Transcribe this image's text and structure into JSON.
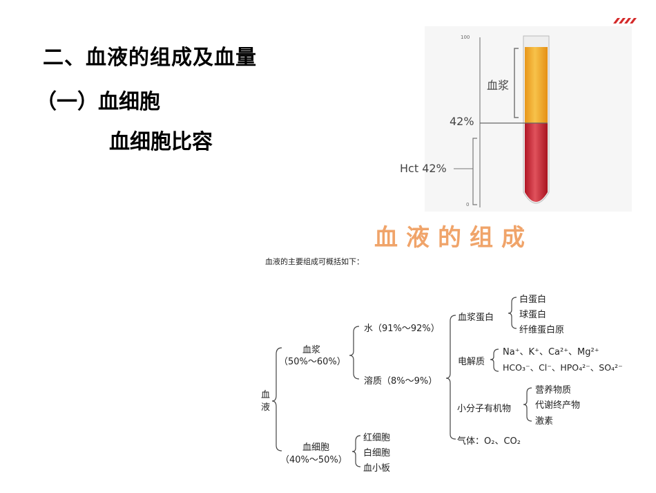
{
  "slide": {
    "title": "二、血液的组成及血量",
    "subtitle": "（一）血细胞",
    "topic": "血细胞比容"
  },
  "tube_figure": {
    "scale_top": "100",
    "scale_bottom": "0",
    "plasma_label": "血浆",
    "level_label": "42%",
    "hct_label": "Hct 42%",
    "colors": {
      "plasma": "#f2a82a",
      "cells": "#c8202e"
    }
  },
  "composition": {
    "title": "血液的组成",
    "intro": "血液的主要组成可概括如下：",
    "root": [
      "血",
      "液"
    ],
    "plasma": {
      "name": "血浆",
      "range": "（50%～60%）"
    },
    "water": "水（91%～92%）",
    "solutes": "溶质（8%～9%）",
    "plasma_protein": "血浆蛋白",
    "proteins": [
      "白蛋白",
      "球蛋白",
      "纤维蛋白原"
    ],
    "electrolyte": "电解质",
    "electrolyte_line1": "Na⁺、K⁺、Ca²⁺、Mg²⁺",
    "electrolyte_line2": "HCO₃⁻、Cl⁻、HPO₄²⁻、SO₄²⁻",
    "small_organic": "小分子有机物",
    "organics": [
      "营养物质",
      "代谢终产物",
      "激素"
    ],
    "gas": "气体：O₂、CO₂",
    "cells": {
      "name": "血细胞",
      "range": "（40%～50%）"
    },
    "cell_types": [
      "红细胞",
      "白细胞",
      "血小板"
    ]
  },
  "decor": {
    "corner_mark_color": "#d42a2a"
  }
}
